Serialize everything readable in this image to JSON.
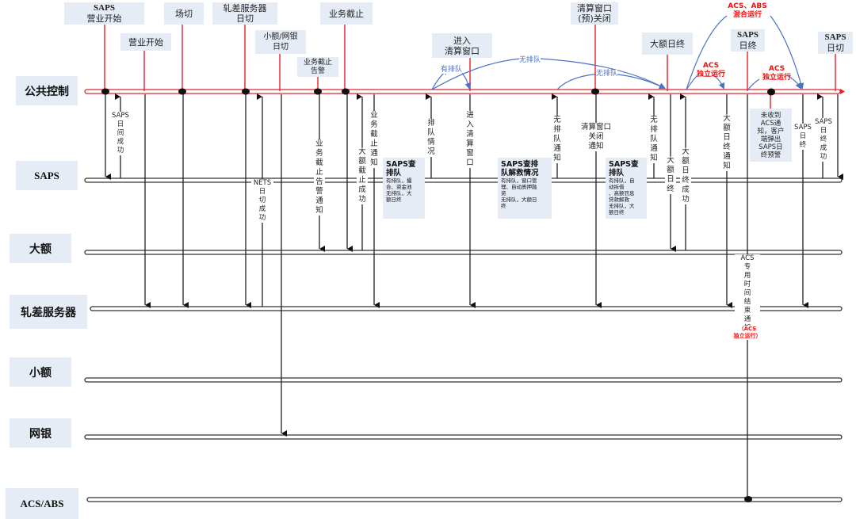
{
  "lanes": [
    {
      "id": "public",
      "label": "公共控制"
    },
    {
      "id": "saps",
      "label": "SAPS"
    },
    {
      "id": "large",
      "label": "大额"
    },
    {
      "id": "netting",
      "label": "轧差服务器"
    },
    {
      "id": "small",
      "label": "小额"
    },
    {
      "id": "netbank",
      "label": "网银"
    },
    {
      "id": "acs",
      "label": "ACS/ABS"
    }
  ],
  "events": [
    {
      "id": "saps-open",
      "line1": "SAPS",
      "line2": "营业开始"
    },
    {
      "id": "open",
      "line1": "营业开始",
      "line2": ""
    },
    {
      "id": "field-cut",
      "line1": "场切",
      "line2": ""
    },
    {
      "id": "netting-cut",
      "line1": "轧差服务器",
      "line2": "日切"
    },
    {
      "id": "small-cut",
      "line1": "小额/网银",
      "line2": "日切"
    },
    {
      "id": "cutoff-alert",
      "line1": "业务截止",
      "line2": "告警"
    },
    {
      "id": "cutoff",
      "line1": "业务截止",
      "line2": ""
    },
    {
      "id": "enter-window",
      "line1": "进入",
      "line2": "清算窗口"
    },
    {
      "id": "close-window",
      "line1": "清算窗口",
      "line2": "(预)关闭"
    },
    {
      "id": "large-eod",
      "line1": "大额日终",
      "line2": ""
    },
    {
      "id": "saps-eod",
      "line1": "SAPS",
      "line2": "日终"
    },
    {
      "id": "saps-daycut",
      "line1": "SAPS",
      "line2": "日切"
    }
  ],
  "messages": [
    {
      "id": "saps-day-success",
      "text": "SAPS\n日\n间\n成\n功"
    },
    {
      "id": "nets-cut-success",
      "text": "NETS\n日\n切\n成\n功"
    },
    {
      "id": "cutoff-alert-notice",
      "text": "业\n务\n截\n止\n告\n警\n通\n知"
    },
    {
      "id": "large-cutoff-success",
      "text": "大\n额\n截\n止\n成\n功"
    },
    {
      "id": "cutoff-notice",
      "text": "业\n务\n截\n止\n通\n知"
    },
    {
      "id": "queue-status",
      "text": "排\n队\n情\n况"
    },
    {
      "id": "enter-window-msg",
      "text": "进\n入\n清\n算\n窗\n口"
    },
    {
      "id": "no-queue-notice-1",
      "text": "无\n排\n队\n通\n知"
    },
    {
      "id": "close-window-notice",
      "text": "清算窗口\n关闭\n通知"
    },
    {
      "id": "no-queue-notice-2",
      "text": "无\n排\n队\n通\n知"
    },
    {
      "id": "large-eod-msg",
      "text": "大\n额\n日\n终"
    },
    {
      "id": "large-eod-success",
      "text": "大\n额\n日\n终\n成\n功"
    },
    {
      "id": "large-eod-notice",
      "text": "大\n额\n日\n终\n通\n知"
    },
    {
      "id": "saps-eod-msg",
      "text": "SAPS\n日\n终"
    },
    {
      "id": "saps-eod-success",
      "text": "SAPS\n日\n终\n成\n功"
    },
    {
      "id": "acs-end-notice",
      "text": "ACS\n专\n用\n时\n间\n结\n束\n通\n知"
    },
    {
      "id": "acs-end-notice-red",
      "text": "（ACS\n独立运行）"
    }
  ],
  "notes": [
    {
      "id": "note-queue-1",
      "title": "SAPS查\n排队",
      "body": "有排队，撮\n合、资金池\n无排队，大\n额日终"
    },
    {
      "id": "note-queue-2",
      "title": "SAPS查排\n队解救情况",
      "body": "有排队，窗口管\n理、自动质押融\n资\n无排队，大额日\n终"
    },
    {
      "id": "note-queue-3",
      "title": "SAPS查\n排队",
      "body": "有排队，自\n动拆借\n、高额罚息\n贷款解救\n无排队，大\n额日终"
    }
  ],
  "warning_box": {
    "text": "未收到\nACS通\n知，客户\n端弹出\nSAPS日\n终预警"
  },
  "red_annotations": [
    {
      "id": "acs-abs-mixed",
      "text": "ACS、ABS\n混合运行"
    },
    {
      "id": "acs-standalone-1",
      "text": "ACS\n独立运行"
    },
    {
      "id": "acs-standalone-2",
      "text": "ACS\n独立运行"
    }
  ],
  "blue_labels": [
    {
      "id": "has-queue",
      "text": "有排队"
    },
    {
      "id": "no-queue-1",
      "text": "无排队"
    },
    {
      "id": "no-queue-2",
      "text": "无排队"
    }
  ],
  "colors": {
    "public_line": "#e8202a",
    "lane_line": "#333333",
    "box_bg": "#e6ecf6",
    "branch_arrow": "#4a72c4",
    "red_text": "#ee1111"
  }
}
